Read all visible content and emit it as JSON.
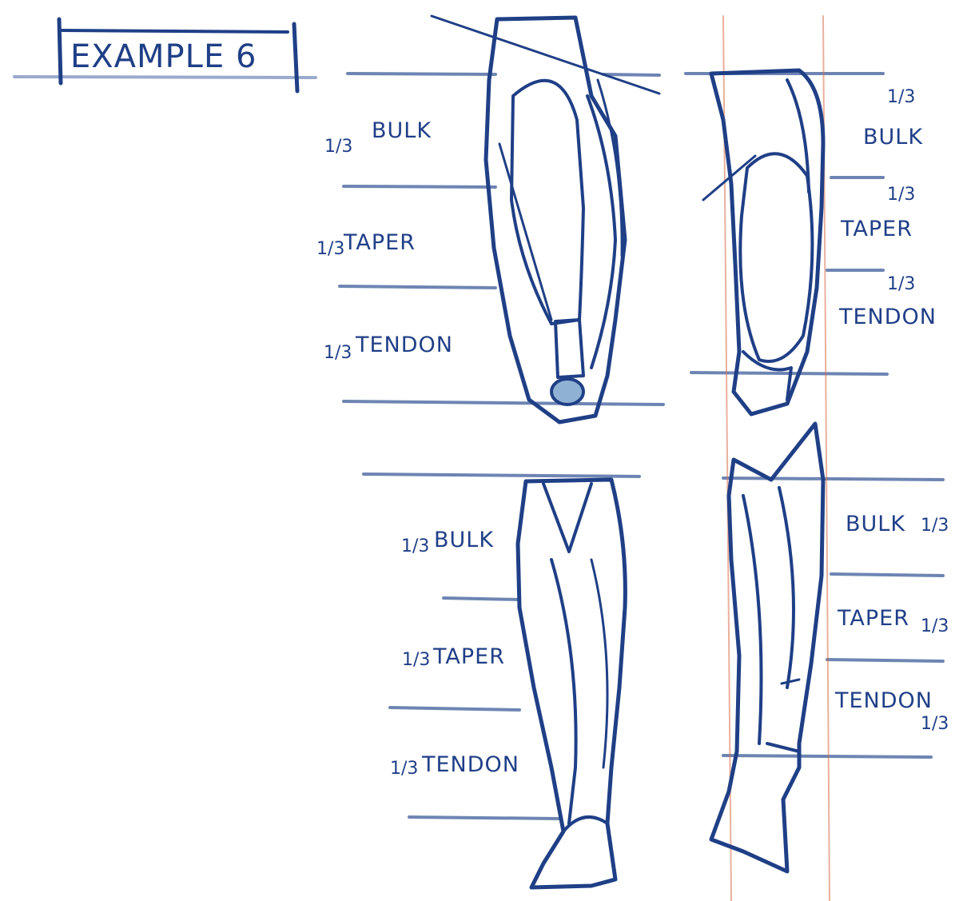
{
  "title": "EXAMPLE 6",
  "colors": {
    "pencil": "#1f3f86",
    "fill": "#8fb1d4",
    "accent_red": "#d9704a"
  },
  "figures": [
    {
      "id": "upper-front",
      "labels": [
        {
          "fraction": "1/3",
          "text": "BULK"
        },
        {
          "fraction": "1/3",
          "text": "TAPER"
        },
        {
          "fraction": "1/3",
          "text": "TENDON"
        }
      ]
    },
    {
      "id": "upper-side",
      "labels": [
        {
          "fraction": "1/3",
          "text": "BULK"
        },
        {
          "fraction": "1/3",
          "text": "TAPER"
        },
        {
          "fraction": "1/3",
          "text": "TENDON"
        }
      ]
    },
    {
      "id": "lower-front",
      "labels": [
        {
          "fraction": "1/3",
          "text": "BULK"
        },
        {
          "fraction": "1/3",
          "text": "TAPER"
        },
        {
          "fraction": "1/3",
          "text": "TENDON"
        }
      ]
    },
    {
      "id": "lower-side",
      "labels": [
        {
          "fraction": "1/3",
          "text": "BULK"
        },
        {
          "fraction": "1/3",
          "text": "TAPER"
        },
        {
          "fraction": "1/3",
          "text": "TENDON"
        }
      ]
    }
  ]
}
